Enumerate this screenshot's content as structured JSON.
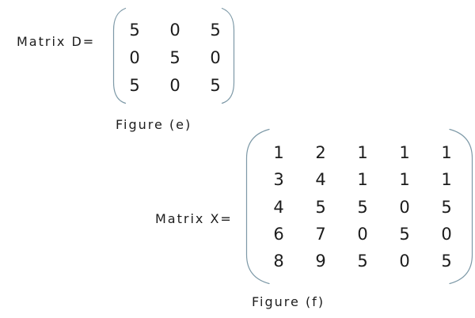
{
  "colors": {
    "background": "#ffffff",
    "text": "#1c1c1c",
    "bracket": "#7d99a7"
  },
  "matrix_d": {
    "label": "Matrix D=",
    "caption": "Figure (e)",
    "rows": [
      [
        "5",
        "0",
        "5"
      ],
      [
        "0",
        "5",
        "0"
      ],
      [
        "5",
        "0",
        "5"
      ]
    ]
  },
  "matrix_x": {
    "label": "Matrix X=",
    "caption": "Figure (f)",
    "rows": [
      [
        "1",
        "2",
        "1",
        "1",
        "1"
      ],
      [
        "3",
        "4",
        "1",
        "1",
        "1"
      ],
      [
        "4",
        "5",
        "5",
        "0",
        "5"
      ],
      [
        "6",
        "7",
        "0",
        "5",
        "0"
      ],
      [
        "8",
        "9",
        "5",
        "0",
        "5"
      ]
    ]
  }
}
